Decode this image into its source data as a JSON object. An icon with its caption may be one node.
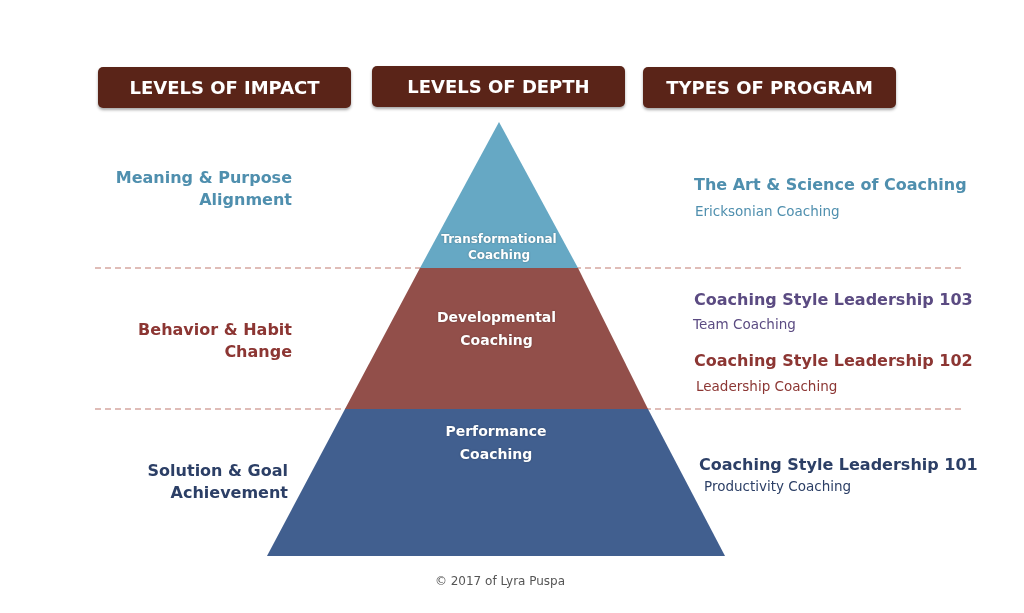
{
  "diagram": {
    "caption": "© 2017 of Lyra Puspa",
    "nodes": [
      {
        "text": [
          "LEVELS OF IMPACT"
        ]
      },
      {
        "text": [
          "LEVELS OF DEPTH"
        ]
      },
      {
        "text": [
          "TYPES OF PROGRAM"
        ]
      },
      {
        "text": [
          "Transformational Coaching"
        ]
      },
      {
        "text": [
          "Developmental Coaching"
        ]
      },
      {
        "text": [
          "Performance Coaching"
        ]
      }
    ],
    "edges": [],
    "labels": [
      "Meaning & Purpose Alignment",
      "The Art & Science of Coaching",
      "Ericksonian Coaching",
      "Coaching Style Leadership 103",
      "Team Coaching",
      "Behavior & Habit Change",
      "Coaching Style Leadership 102",
      "Leadership Coaching",
      "Solution & Goal Achievement",
      "Coaching Style Leadership 101",
      "Productivity Coaching"
    ]
  }
}
